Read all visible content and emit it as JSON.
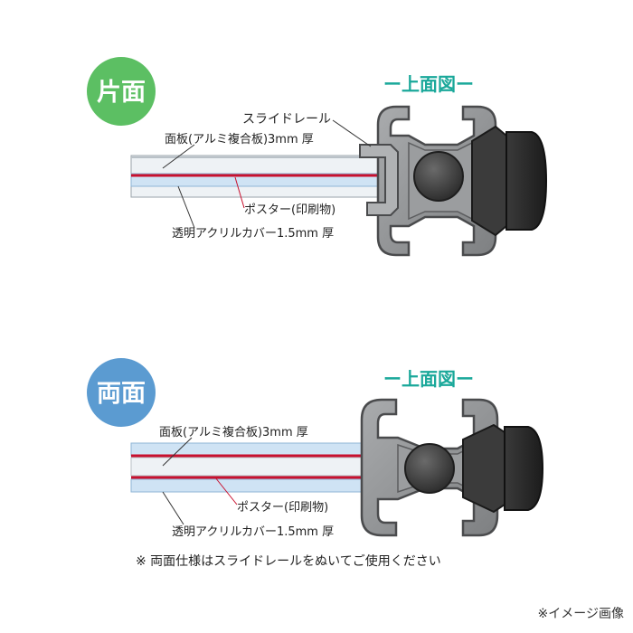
{
  "single": {
    "badge": "片面",
    "view_title": "ー上面図ー",
    "slide_rail_label": "スライドレール",
    "panel_label": "面板(アルミ複合板)3mm 厚",
    "poster_label": "ポスター(印刷物)",
    "cover_label": "透明アクリルカバー1.5mm 厚"
  },
  "double": {
    "badge": "両面",
    "view_title": "ー上面図ー",
    "panel_label": "面板(アルミ複合板)3mm 厚",
    "poster_label": "ポスター(印刷物)",
    "cover_label": "透明アクリルカバー1.5mm 厚",
    "note": "※ 両面仕様はスライドレールをぬいてご使用ください"
  },
  "footer_note": "※イメージ画像",
  "colors": {
    "single_badge": "#5cbf63",
    "double_badge": "#5b9bd1",
    "view_title": "#1aa89a",
    "poster_line": "#c8102e",
    "acrylic": "#cfe3f4",
    "frame": "#8e9092",
    "frame_dark": "#4a4b4d",
    "cap": "#2b2b2b"
  }
}
